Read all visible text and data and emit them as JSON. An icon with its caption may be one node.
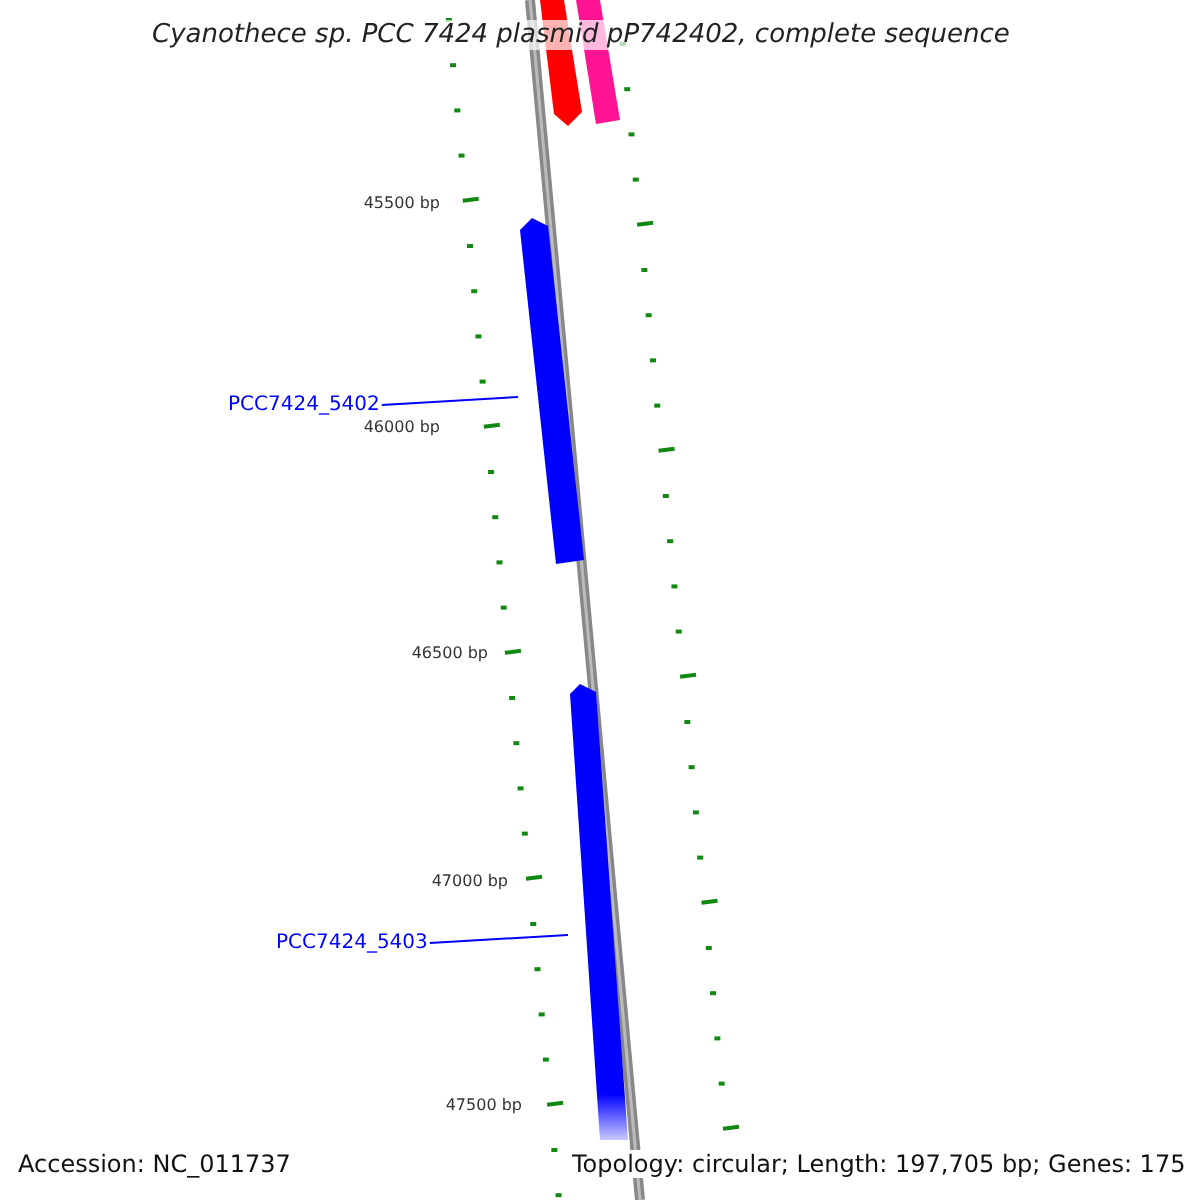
{
  "diagram": {
    "title": "Cyanothece sp. PCC 7424 plasmid pP742402, complete sequence",
    "nodes": [
      {
        "text": [
          "PCC7424_5402"
        ]
      },
      {
        "text": [],
        "shape": "arrow"
      },
      {
        "text": [
          "PCC7424_5403"
        ]
      },
      {
        "text": [],
        "shape": "arrow"
      }
    ],
    "edges": [
      {
        "from": 0,
        "to": 1,
        "arrow": "none"
      },
      {
        "from": 2,
        "to": 3,
        "arrow": "none"
      }
    ],
    "labels": [
      "45500 bp",
      "46000 bp",
      "46500 bp",
      "47000 bp",
      "47500 bp",
      "Accession: NC_011737",
      "Topology: circular; Length: 197,705 bp; Genes: 175"
    ]
  }
}
